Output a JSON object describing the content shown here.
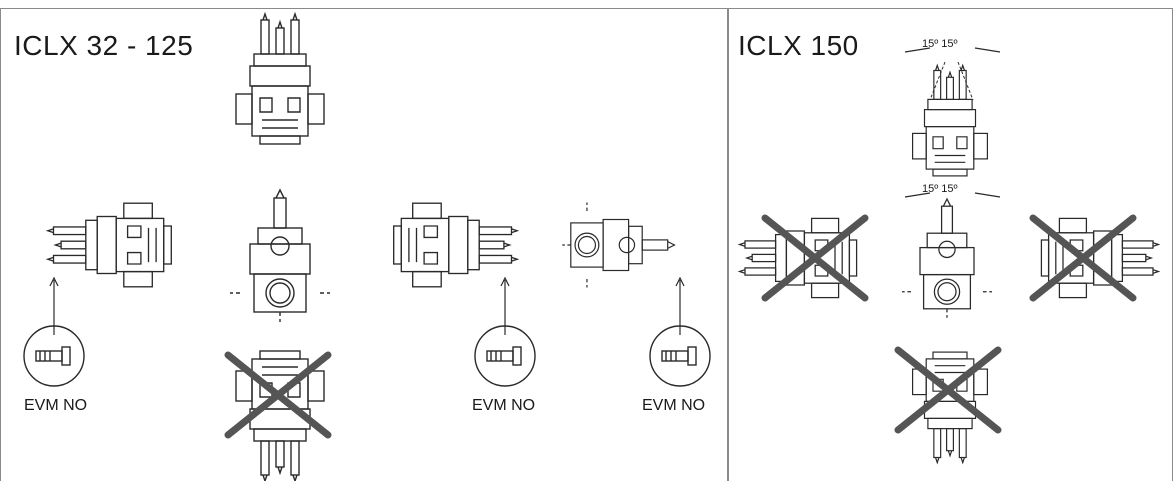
{
  "left_panel": {
    "title": "ICLX 32 - 125",
    "labels": [
      "EVM NO",
      "EVM NO",
      "EVM NO"
    ]
  },
  "right_panel": {
    "title": "ICLX 150",
    "angle_label": "15º 15º"
  },
  "colors": {
    "line": "#2a2a2a",
    "cross": "#555555",
    "border": "#8a8a8a"
  }
}
